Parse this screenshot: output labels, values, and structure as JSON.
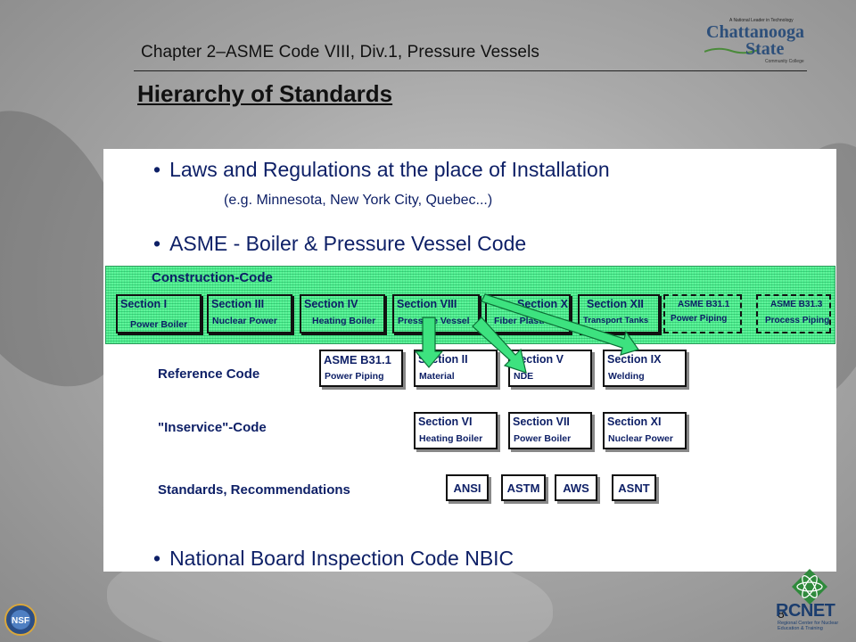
{
  "header": {
    "chapter": "Chapter 2–ASME Code VIII, Div.1, Pressure Vessels",
    "title": "Hierarchy of Standards"
  },
  "logo_chattanooga": {
    "tagline": "A National Leader in Technology",
    "line1": "Chattanooga",
    "line2": "State",
    "sub": "Community College"
  },
  "bullets": [
    {
      "text": "Laws and Regulations at the place of Installation",
      "note": "(e.g. Minnesota, New York City, Quebec...)"
    },
    {
      "text": "ASME - Boiler & Pressure Vessel Code"
    },
    {
      "text": "National Board Inspection Code   NBIC"
    }
  ],
  "construction": {
    "label": "Construction-Code",
    "boxes": [
      {
        "title": "Section I",
        "sub": "Power Boiler"
      },
      {
        "title": "Section III",
        "sub": "Nuclear Power"
      },
      {
        "title": "Section IV",
        "sub": "Heating Boiler"
      },
      {
        "title": "Section VIII",
        "sub": "Pressure Vessel"
      },
      {
        "title": "Section X",
        "sub": "Fiber Plastics"
      },
      {
        "title": "Section XII",
        "sub": "Transport Tanks"
      },
      {
        "title": "ASME B31.1",
        "sub": "Power Piping"
      },
      {
        "title": "ASME B31.3",
        "sub": "Process Piping"
      }
    ]
  },
  "reference": {
    "label": "Reference Code",
    "boxes": [
      {
        "title": "ASME B31.1",
        "sub": "Power Piping"
      },
      {
        "title": "Section II",
        "sub": "Material"
      },
      {
        "title": "Section V",
        "sub": "NDE"
      },
      {
        "title": "Section IX",
        "sub": "Welding"
      }
    ]
  },
  "inservice": {
    "label": "\"Inservice\"-Code",
    "boxes": [
      {
        "title": "Section VI",
        "sub": "Heating Boiler"
      },
      {
        "title": "Section VII",
        "sub": "Power Boiler"
      },
      {
        "title": "Section XI",
        "sub": "Nuclear Power"
      }
    ]
  },
  "standards": {
    "label": "Standards, Recommendations",
    "items": [
      "ANSI",
      "ASTM",
      "AWS",
      "ASNT"
    ]
  },
  "footer": {
    "page_number": "8",
    "rcnet_word": "RCNET",
    "rcnet_sub": "Regional Center for Nuclear Education & Training",
    "nsf": "NSF"
  },
  "colors": {
    "text_blue": "#0d1f66",
    "band_green": "#4ce88c",
    "arrow_green": "#3de27f"
  }
}
